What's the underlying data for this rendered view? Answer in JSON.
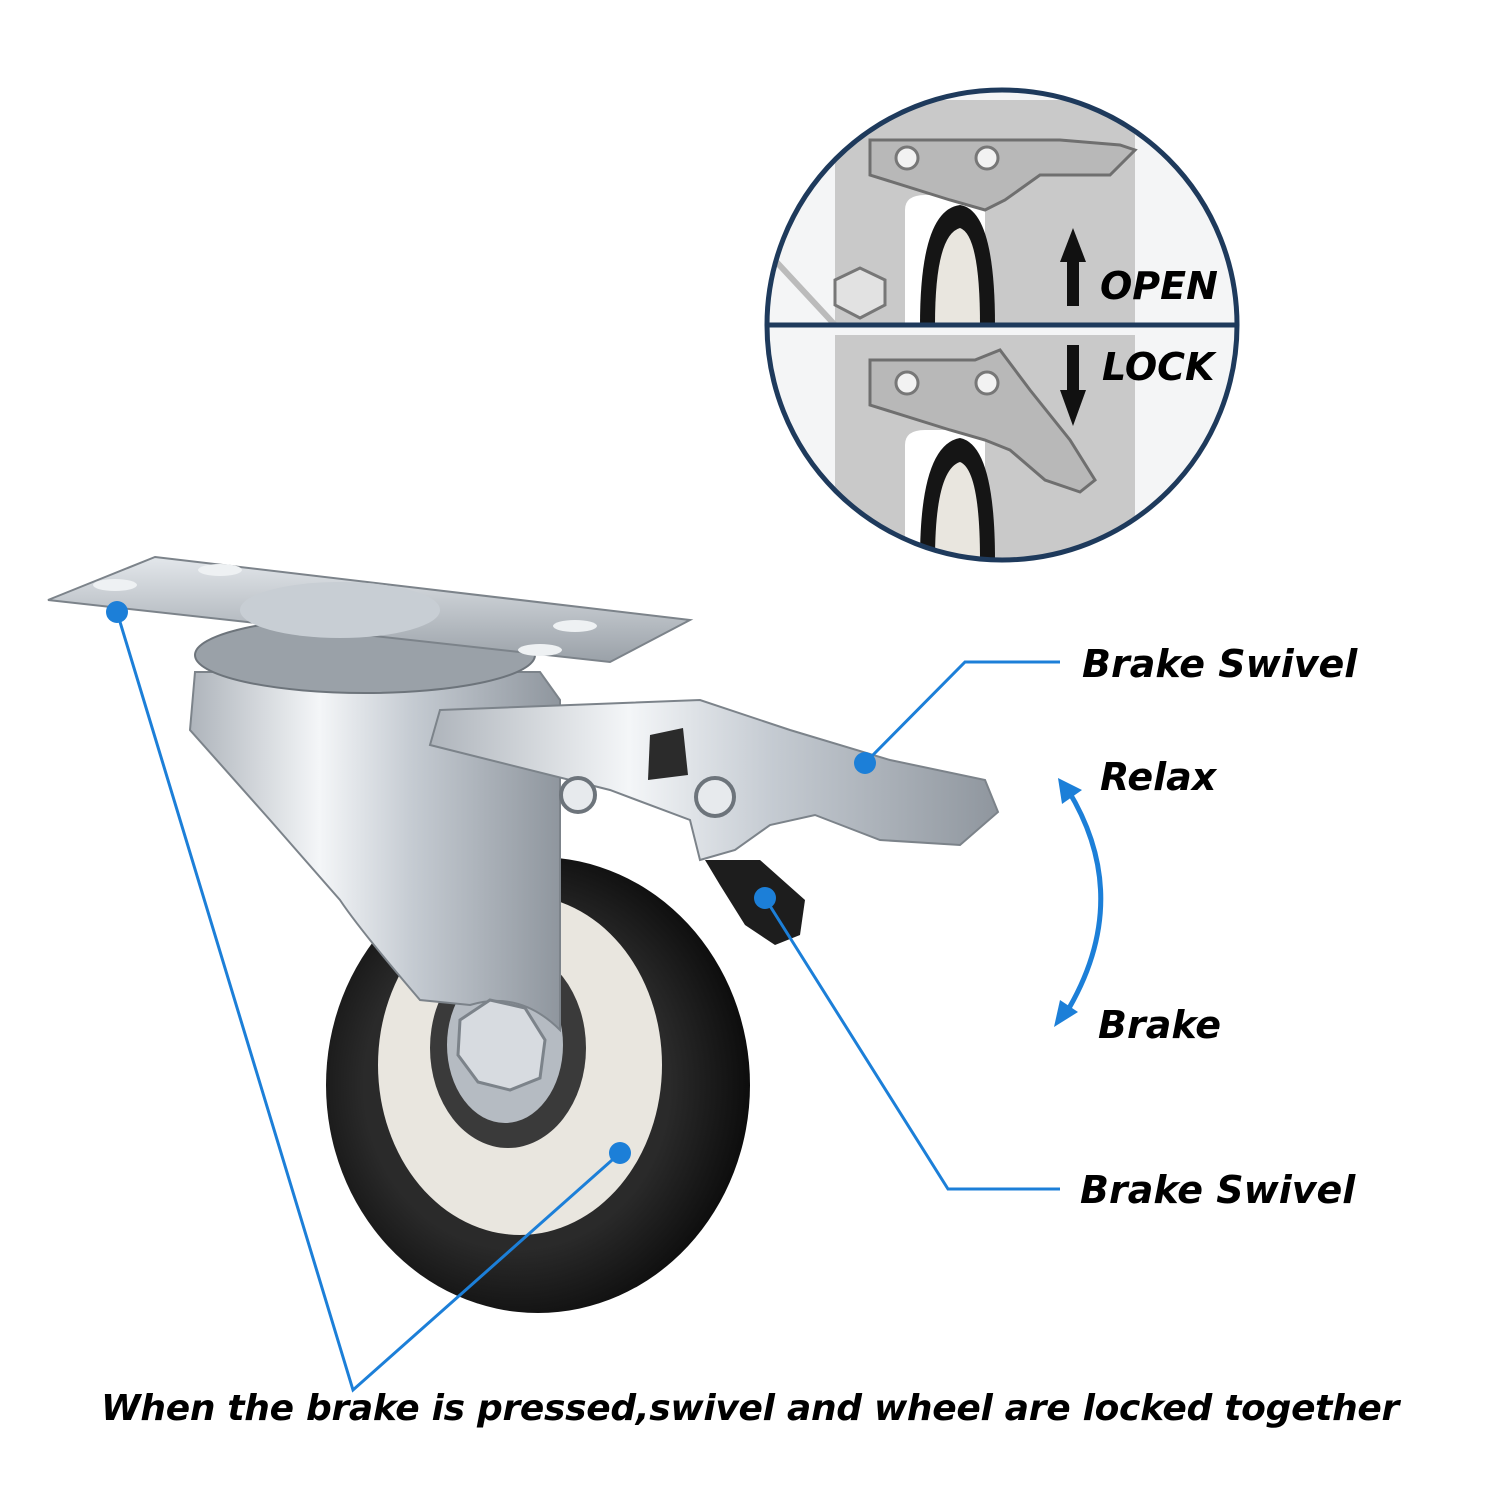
{
  "inset": {
    "open_label": "OPEN",
    "lock_label": "LOCK"
  },
  "callouts": {
    "brake_swivel_top": "Brake Swivel",
    "relax": "Relax",
    "brake": "Brake",
    "brake_swivel_bottom": "Brake Swivel"
  },
  "caption": "When the brake is pressed,swivel and wheel are locked together",
  "colors": {
    "leader_line": "#1c7fd8",
    "inset_border": "#1e3a5c",
    "metal": "#c9cfd6",
    "tire": "#141414",
    "hub": "#e9e6df"
  }
}
